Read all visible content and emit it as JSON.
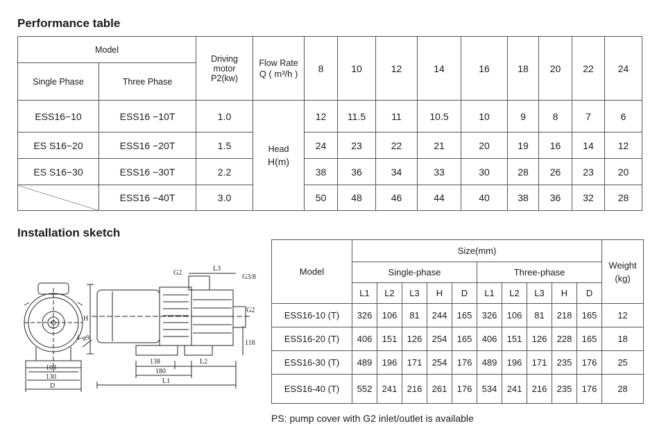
{
  "performance": {
    "title": "Performance table",
    "model_label": "Model",
    "single_label": "Single Phase",
    "three_label": "Three Phase",
    "motor_label_1": "Driving",
    "motor_label_2": "motor",
    "motor_label_3": "P2(kw)",
    "flow_label_1": "Flow Rate",
    "flow_label_2": "Q ( m³/h )",
    "head_label_1": "Head",
    "head_label_2": "H(m)",
    "flow_values": [
      "8",
      "10",
      "12",
      "14",
      "16",
      "18",
      "20",
      "22",
      "24"
    ],
    "rows": [
      {
        "single": "ESS16−10",
        "three": "ESS16 −10T",
        "power": "1.0",
        "heads": [
          "12",
          "11.5",
          "11",
          "10.5",
          "10",
          "9",
          "8",
          "7",
          "6"
        ]
      },
      {
        "single": "ES S16−20",
        "three": "ESS16 −20T",
        "power": "1.5",
        "heads": [
          "24",
          "23",
          "22",
          "21",
          "20",
          "19",
          "16",
          "14",
          "12"
        ]
      },
      {
        "single": "ES S16−30",
        "three": "ESS16 −30T",
        "power": "2.2",
        "heads": [
          "38",
          "36",
          "34",
          "33",
          "30",
          "28",
          "26",
          "23",
          "20"
        ]
      },
      {
        "single": "",
        "three": "ESS16 −40T",
        "power": "3.0",
        "heads": [
          "50",
          "48",
          "46",
          "44",
          "40",
          "38",
          "36",
          "32",
          "28"
        ]
      }
    ]
  },
  "installation": {
    "title": "Installation sketch",
    "dims": {
      "g2_top": "G2",
      "l3": "L3",
      "g38": "G3/8",
      "g2_side": "G2",
      "h": "H",
      "d118": "118",
      "d138": "138",
      "l2": "L2",
      "d180": "180",
      "l1": "L1",
      "d108": "108",
      "d130": "130",
      "d": "D",
      "holes": "4-φ9"
    }
  },
  "size_table": {
    "model_label": "Model",
    "size_label": "Size(mm)",
    "single_label": "Single-phase",
    "three_label": "Three-phase",
    "weight_label_1": "Weight",
    "weight_label_2": "(kg)",
    "cols": [
      "L1",
      "L2",
      "L3",
      "H",
      "D",
      "L1",
      "L2",
      "L3",
      "H",
      "D"
    ],
    "rows": [
      {
        "model": "ESS16-10 (T)",
        "vals": [
          "326",
          "106",
          "81",
          "244",
          "165",
          "326",
          "106",
          "81",
          "218",
          "165"
        ],
        "weight": "12"
      },
      {
        "model": "ESS16-20 (T)",
        "vals": [
          "406",
          "151",
          "126",
          "254",
          "165",
          "406",
          "151",
          "126",
          "228",
          "165"
        ],
        "weight": "18"
      },
      {
        "model": "ESS16-30 (T)",
        "vals": [
          "489",
          "196",
          "171",
          "254",
          "176",
          "489",
          "196",
          "171",
          "235",
          "176"
        ],
        "weight": "25"
      },
      {
        "model": "ESS16-40 (T)",
        "vals": [
          "552",
          "241",
          "216",
          "261",
          "176",
          "534",
          "241",
          "216",
          "235",
          "176"
        ],
        "weight": "28"
      }
    ]
  },
  "note": "PS: pump cover with G2 inlet/outlet is available"
}
